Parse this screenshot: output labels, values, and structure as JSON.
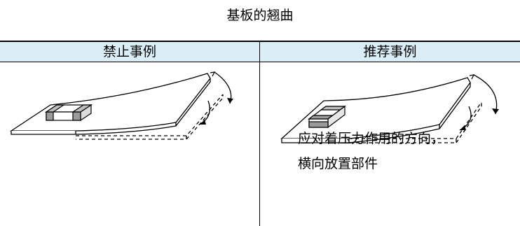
{
  "title": "基板的翘曲",
  "columns": [
    {
      "label": "禁止事例"
    },
    {
      "label": "推荐事例"
    }
  ],
  "recommended_note": [
    "应对着压力作用的方向，",
    "横向放置部件"
  ]
}
